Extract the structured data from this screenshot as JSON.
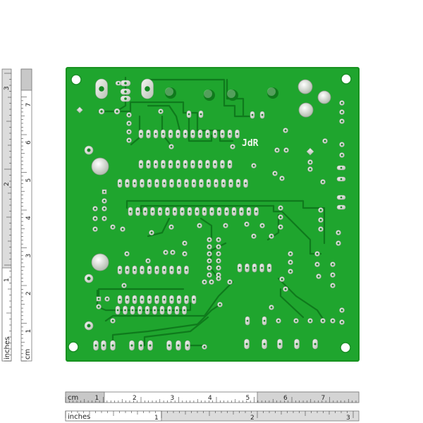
{
  "board": {
    "silkscreen_mark": "JdR",
    "colors": {
      "soldermask": "#1fa52e",
      "soldermask_dark": "#138a22",
      "trace": "#0f7a1c",
      "pad": "#dfe5dc",
      "pad_edge": "#9aa59a",
      "hole": "#1fa52e"
    }
  },
  "vertical_ruler": {
    "unit_inches": "inches",
    "unit_cm": "cm",
    "inch_labels": [
      "1",
      "2",
      "3"
    ],
    "cm_labels": [
      "1",
      "2",
      "3",
      "4",
      "5",
      "6",
      "7"
    ]
  },
  "horizontal_ruler": {
    "unit_cm": "cm",
    "unit_inches": "inches",
    "cm_labels": [
      "1",
      "2",
      "3",
      "4",
      "5",
      "6",
      "7"
    ],
    "inch_labels": [
      "1",
      "2",
      "3"
    ]
  }
}
